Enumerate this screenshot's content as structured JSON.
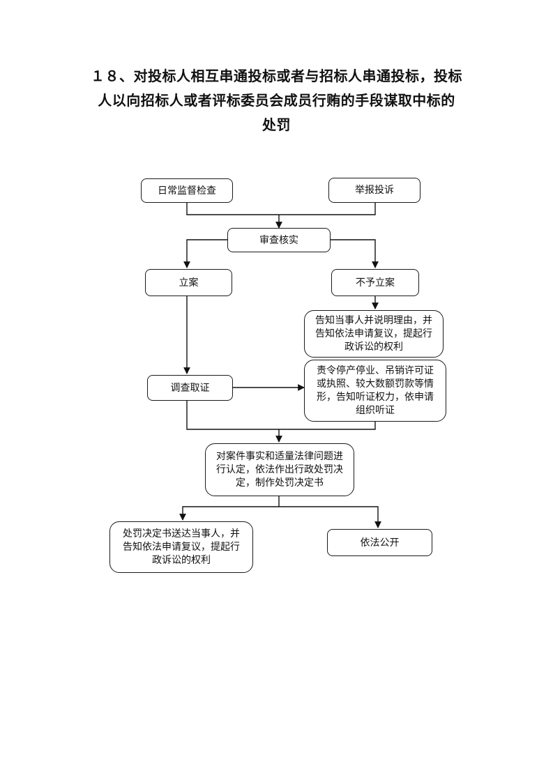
{
  "title": {
    "line1": "１８、对投标人相互串通投标或者与招标人串通投标，投标",
    "line2": "人以向招标人或者评标委员会成员行贿的手段谋取中标的",
    "line3": "处罚"
  },
  "nodes": {
    "daily_inspection": "日常监督检查",
    "report_complaint": "举报投诉",
    "review_verify": "审查核实",
    "file_case": "立案",
    "no_case": "不予立案",
    "notify_rights": "告知当事人并说明理由，并告知依法申请复议，提起行政诉讼的权利",
    "investigate": "调查取证",
    "hearing_notice": "责令停产停业、吊销许可证或执照、较大数额罚款等情形，告知听证权力，依申请组织听证",
    "decision": "对案件事实和适量法律问题进行认定，依法作出行政处罚决定，制作处罚决定书",
    "deliver_decision": "处罚决定书送达当事人，并告知依法申请复议，提起行政诉讼的权利",
    "publicize": "依法公开"
  }
}
